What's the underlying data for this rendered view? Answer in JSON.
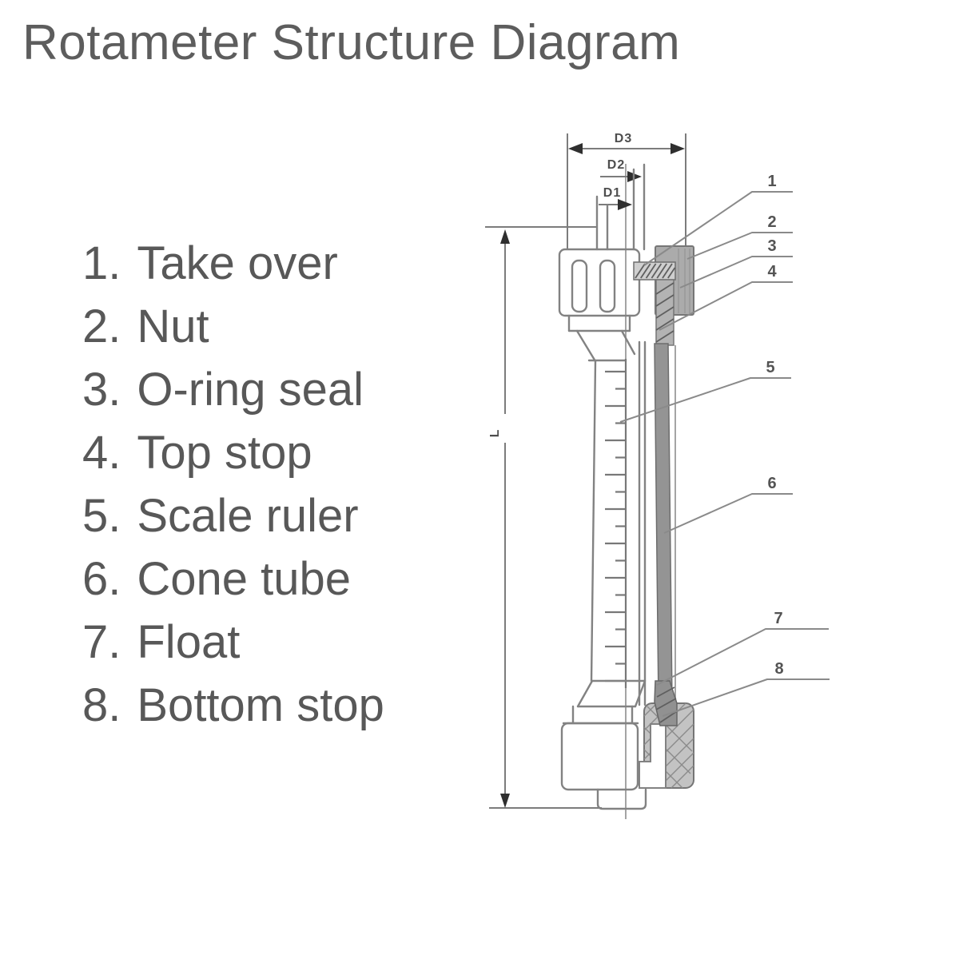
{
  "title": "Rotameter Structure Diagram",
  "parts_list": {
    "items": [
      {
        "number": "1.",
        "label": "Take over"
      },
      {
        "number": "2.",
        "label": "Nut"
      },
      {
        "number": "3.",
        "label": "O-ring seal"
      },
      {
        "number": "4.",
        "label": "Top stop"
      },
      {
        "number": "5.",
        "label": "Scale ruler"
      },
      {
        "number": "6.",
        "label": "Cone tube"
      },
      {
        "number": "7.",
        "label": "Float"
      },
      {
        "number": "8.",
        "label": "Bottom stop"
      }
    ]
  },
  "diagram": {
    "dimensions": {
      "d3": "D3",
      "d2": "D2",
      "d1": "D1",
      "length": "L"
    },
    "callouts": [
      {
        "number": "1"
      },
      {
        "number": "2"
      },
      {
        "number": "3"
      },
      {
        "number": "4"
      },
      {
        "number": "5"
      },
      {
        "number": "6"
      },
      {
        "number": "7"
      },
      {
        "number": "8"
      }
    ],
    "colors": {
      "line": "#828282",
      "arrowhead": "#2f2f2f",
      "text": "#5d5d5d",
      "nut_fill": "#ababab",
      "cone_tube_fill": "#949494",
      "bottom_stop_fill": "#c3c3c3",
      "background": "#ffffff"
    }
  }
}
